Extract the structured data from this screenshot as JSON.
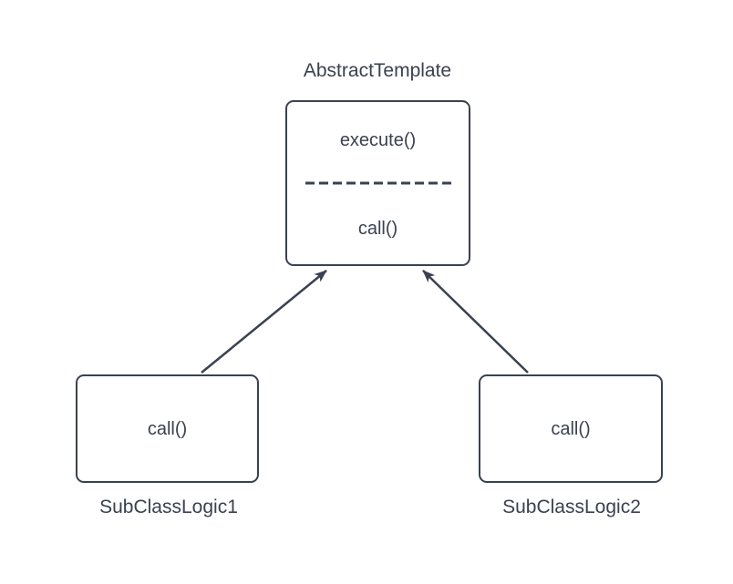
{
  "diagram": {
    "background": "#ffffff",
    "stroke_color": "#3a4150",
    "nodes": {
      "abstract": {
        "title": "AbstractTemplate",
        "methods": [
          "execute()",
          "call()"
        ]
      },
      "subclass1": {
        "label": "SubClassLogic1",
        "method": "call()"
      },
      "subclass2": {
        "label": "SubClassLogic2",
        "method": "call()"
      }
    },
    "arrows": [
      {
        "name": "subclass1-to-abstract",
        "direction": "up"
      },
      {
        "name": "subclass2-to-abstract",
        "direction": "up"
      }
    ]
  }
}
